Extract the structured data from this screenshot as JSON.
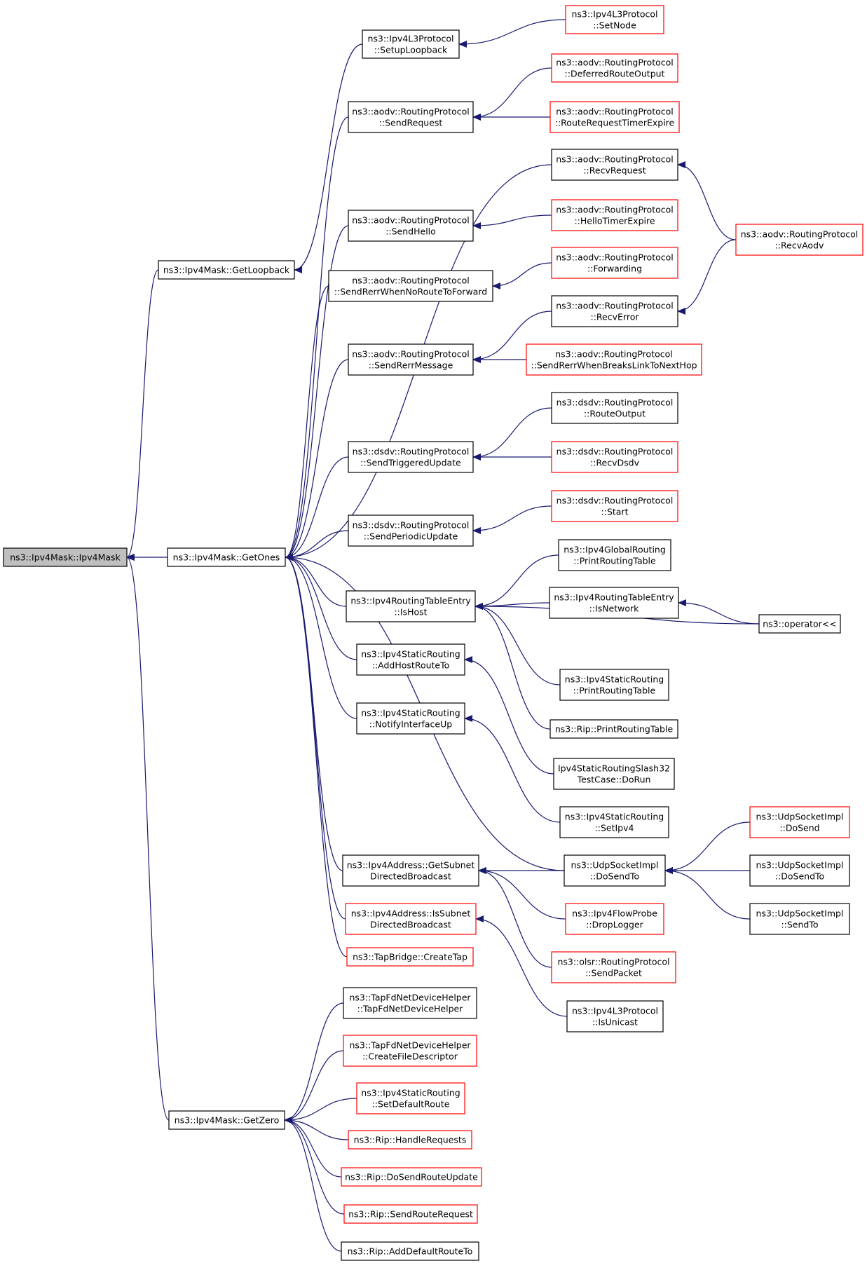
{
  "colors": {
    "edge": "#191970",
    "border_normal": "#000000",
    "border_truncated": "#ff0000",
    "focus_fill": "#bfbfbf",
    "fill": "#ffffff"
  },
  "nodes": [
    {
      "id": "ipv4mask",
      "lines": [
        "ns3::Ipv4Mask::Ipv4Mask"
      ],
      "style": "focus"
    },
    {
      "id": "getloopback",
      "lines": [
        "ns3::Ipv4Mask::GetLoopback"
      ],
      "style": "normal"
    },
    {
      "id": "getones",
      "lines": [
        "ns3::Ipv4Mask::GetOnes"
      ],
      "style": "normal"
    },
    {
      "id": "getzero",
      "lines": [
        "ns3::Ipv4Mask::GetZero"
      ],
      "style": "normal"
    },
    {
      "id": "setuploopback",
      "lines": [
        "ns3::Ipv4L3Protocol",
        "::SetupLoopback"
      ],
      "style": "normal"
    },
    {
      "id": "setnode",
      "lines": [
        "ns3::Ipv4L3Protocol",
        "::SetNode"
      ],
      "style": "truncated"
    },
    {
      "id": "sendrequest",
      "lines": [
        "ns3::aodv::RoutingProtocol",
        "::SendRequest"
      ],
      "style": "normal"
    },
    {
      "id": "deferred",
      "lines": [
        "ns3::aodv::RoutingProtocol",
        "::DeferredRouteOutput"
      ],
      "style": "truncated"
    },
    {
      "id": "rreqtimer",
      "lines": [
        "ns3::aodv::RoutingProtocol",
        "::RouteRequestTimerExpire"
      ],
      "style": "truncated"
    },
    {
      "id": "recvrequest",
      "lines": [
        "ns3::aodv::RoutingProtocol",
        "::RecvRequest"
      ],
      "style": "normal"
    },
    {
      "id": "recvaodv",
      "lines": [
        "ns3::aodv::RoutingProtocol",
        "::RecvAodv"
      ],
      "style": "truncated"
    },
    {
      "id": "sendhello",
      "lines": [
        "ns3::aodv::RoutingProtocol",
        "::SendHello"
      ],
      "style": "normal"
    },
    {
      "id": "hellotimer",
      "lines": [
        "ns3::aodv::RoutingProtocol",
        "::HelloTimerExpire"
      ],
      "style": "truncated"
    },
    {
      "id": "sendrerrnoroute",
      "lines": [
        "ns3::aodv::RoutingProtocol",
        "::SendRerrWhenNoRouteToForward"
      ],
      "style": "normal"
    },
    {
      "id": "forwarding",
      "lines": [
        "ns3::aodv::RoutingProtocol",
        "::Forwarding"
      ],
      "style": "truncated"
    },
    {
      "id": "recverror",
      "lines": [
        "ns3::aodv::RoutingProtocol",
        "::RecvError"
      ],
      "style": "normal"
    },
    {
      "id": "sendrerrmsg",
      "lines": [
        "ns3::aodv::RoutingProtocol",
        "::SendRerrMessage"
      ],
      "style": "normal"
    },
    {
      "id": "sendrerrbreaks",
      "lines": [
        "ns3::aodv::RoutingProtocol",
        "::SendRerrWhenBreaksLinkToNextHop"
      ],
      "style": "truncated"
    },
    {
      "id": "routeoutput",
      "lines": [
        "ns3::dsdv::RoutingProtocol",
        "::RouteOutput"
      ],
      "style": "normal"
    },
    {
      "id": "sendtriggered",
      "lines": [
        "ns3::dsdv::RoutingProtocol",
        "::SendTriggeredUpdate"
      ],
      "style": "normal"
    },
    {
      "id": "recvdsdv",
      "lines": [
        "ns3::dsdv::RoutingProtocol",
        "::RecvDsdv"
      ],
      "style": "truncated"
    },
    {
      "id": "dsdvstart",
      "lines": [
        "ns3::dsdv::RoutingProtocol",
        "::Start"
      ],
      "style": "truncated"
    },
    {
      "id": "sendperiodic",
      "lines": [
        "ns3::dsdv::RoutingProtocol",
        "::SendPeriodicUpdate"
      ],
      "style": "normal"
    },
    {
      "id": "globalprint",
      "lines": [
        "ns3::Ipv4GlobalRouting",
        "::PrintRoutingTable"
      ],
      "style": "normal"
    },
    {
      "id": "ishost",
      "lines": [
        "ns3::Ipv4RoutingTableEntry",
        "::IsHost"
      ],
      "style": "normal"
    },
    {
      "id": "isnetwork",
      "lines": [
        "ns3::Ipv4RoutingTableEntry",
        "::IsNetwork"
      ],
      "style": "normal"
    },
    {
      "id": "operator",
      "lines": [
        "ns3::operator<<"
      ],
      "style": "normal"
    },
    {
      "id": "addhostroute",
      "lines": [
        "ns3::Ipv4StaticRouting",
        "::AddHostRouteTo"
      ],
      "style": "normal"
    },
    {
      "id": "staticprint",
      "lines": [
        "ns3::Ipv4StaticRouting",
        "::PrintRoutingTable"
      ],
      "style": "normal"
    },
    {
      "id": "notifyup",
      "lines": [
        "ns3::Ipv4StaticRouting",
        "::NotifyInterfaceUp"
      ],
      "style": "normal"
    },
    {
      "id": "ripprint",
      "lines": [
        "ns3::Rip::PrintRoutingTable"
      ],
      "style": "normal"
    },
    {
      "id": "slash32",
      "lines": [
        "Ipv4StaticRoutingSlash32",
        "TestCase::DoRun"
      ],
      "style": "normal"
    },
    {
      "id": "setipv4",
      "lines": [
        "ns3::Ipv4StaticRouting",
        "::SetIpv4"
      ],
      "style": "normal"
    },
    {
      "id": "getsubnet",
      "lines": [
        "ns3::Ipv4Address::GetSubnet",
        "DirectedBroadcast"
      ],
      "style": "normal"
    },
    {
      "id": "dosendto",
      "lines": [
        "ns3::UdpSocketImpl",
        "::DoSendTo"
      ],
      "style": "normal"
    },
    {
      "id": "dosend",
      "lines": [
        "ns3::UdpSocketImpl",
        "::DoSend"
      ],
      "style": "truncated"
    },
    {
      "id": "dosendto2",
      "lines": [
        "ns3::UdpSocketImpl",
        "::DoSendTo"
      ],
      "style": "normal"
    },
    {
      "id": "sendto",
      "lines": [
        "ns3::UdpSocketImpl",
        "::SendTo"
      ],
      "style": "normal"
    },
    {
      "id": "issubnet",
      "lines": [
        "ns3::Ipv4Address::IsSubnet",
        "DirectedBroadcast"
      ],
      "style": "truncated"
    },
    {
      "id": "droplogger",
      "lines": [
        "ns3::Ipv4FlowProbe",
        "::DropLogger"
      ],
      "style": "truncated"
    },
    {
      "id": "createtap",
      "lines": [
        "ns3::TapBridge::CreateTap"
      ],
      "style": "truncated"
    },
    {
      "id": "olsrsend",
      "lines": [
        "ns3::olsr::RoutingProtocol",
        "::SendPacket"
      ],
      "style": "truncated"
    },
    {
      "id": "isunicast",
      "lines": [
        "ns3::Ipv4L3Protocol",
        "::IsUnicast"
      ],
      "style": "normal"
    },
    {
      "id": "tapfdhelper",
      "lines": [
        "ns3::TapFdNetDeviceHelper",
        "::TapFdNetDeviceHelper"
      ],
      "style": "normal"
    },
    {
      "id": "createfd",
      "lines": [
        "ns3::TapFdNetDeviceHelper",
        "::CreateFileDescriptor"
      ],
      "style": "truncated"
    },
    {
      "id": "setdefault",
      "lines": [
        "ns3::Ipv4StaticRouting",
        "::SetDefaultRoute"
      ],
      "style": "truncated"
    },
    {
      "id": "handlereq",
      "lines": [
        "ns3::Rip::HandleRequests"
      ],
      "style": "truncated"
    },
    {
      "id": "dosendroute",
      "lines": [
        "ns3::Rip::DoSendRouteUpdate"
      ],
      "style": "truncated"
    },
    {
      "id": "sendroutereq",
      "lines": [
        "ns3::Rip::SendRouteRequest"
      ],
      "style": "truncated"
    },
    {
      "id": "adddefault",
      "lines": [
        "ns3::Rip::AddDefaultRouteTo"
      ],
      "style": "normal"
    }
  ],
  "edges": [
    {
      "from": "getloopback",
      "to": "ipv4mask"
    },
    {
      "from": "getones",
      "to": "ipv4mask"
    },
    {
      "from": "getzero",
      "to": "ipv4mask"
    },
    {
      "from": "setuploopback",
      "to": "getloopback"
    },
    {
      "from": "setnode",
      "to": "setuploopback"
    },
    {
      "from": "sendrequest",
      "to": "getones"
    },
    {
      "from": "deferred",
      "to": "sendrequest"
    },
    {
      "from": "rreqtimer",
      "to": "sendrequest"
    },
    {
      "from": "recvrequest",
      "to": "getones"
    },
    {
      "from": "recvaodv",
      "to": "recvrequest"
    },
    {
      "from": "sendhello",
      "to": "getones"
    },
    {
      "from": "hellotimer",
      "to": "sendhello"
    },
    {
      "from": "sendrerrnoroute",
      "to": "getones"
    },
    {
      "from": "forwarding",
      "to": "sendrerrnoroute"
    },
    {
      "from": "sendrerrmsg",
      "to": "getones"
    },
    {
      "from": "recverror",
      "to": "sendrerrmsg"
    },
    {
      "from": "recvaodv",
      "to": "recverror"
    },
    {
      "from": "sendrerrbreaks",
      "to": "sendrerrmsg"
    },
    {
      "from": "sendtriggered",
      "to": "getones"
    },
    {
      "from": "routeoutput",
      "to": "sendtriggered"
    },
    {
      "from": "recvdsdv",
      "to": "sendtriggered"
    },
    {
      "from": "sendperiodic",
      "to": "getones"
    },
    {
      "from": "dsdvstart",
      "to": "sendperiodic"
    },
    {
      "from": "ishost",
      "to": "getones"
    },
    {
      "from": "globalprint",
      "to": "ishost"
    },
    {
      "from": "isnetwork",
      "to": "ishost"
    },
    {
      "from": "operator",
      "to": "ishost"
    },
    {
      "from": "operator",
      "to": "isnetwork"
    },
    {
      "from": "staticprint",
      "to": "ishost"
    },
    {
      "from": "ripprint",
      "to": "ishost"
    },
    {
      "from": "addhostroute",
      "to": "getones"
    },
    {
      "from": "slash32",
      "to": "addhostroute"
    },
    {
      "from": "notifyup",
      "to": "getones"
    },
    {
      "from": "setipv4",
      "to": "notifyup"
    },
    {
      "from": "dosendto",
      "to": "getones"
    },
    {
      "from": "getsubnet",
      "to": "getones"
    },
    {
      "from": "dosendto",
      "to": "getsubnet"
    },
    {
      "from": "droplogger",
      "to": "getsubnet"
    },
    {
      "from": "olsrsend",
      "to": "getsubnet"
    },
    {
      "from": "dosend",
      "to": "dosendto"
    },
    {
      "from": "dosendto2",
      "to": "dosendto"
    },
    {
      "from": "sendto",
      "to": "dosendto"
    },
    {
      "from": "issubnet",
      "to": "getones"
    },
    {
      "from": "isunicast",
      "to": "issubnet"
    },
    {
      "from": "createtap",
      "to": "getones"
    },
    {
      "from": "tapfdhelper",
      "to": "getzero"
    },
    {
      "from": "createfd",
      "to": "getzero"
    },
    {
      "from": "setdefault",
      "to": "getzero"
    },
    {
      "from": "handlereq",
      "to": "getzero"
    },
    {
      "from": "dosendroute",
      "to": "getzero"
    },
    {
      "from": "sendroutereq",
      "to": "getzero"
    },
    {
      "from": "adddefault",
      "to": "getzero"
    }
  ]
}
